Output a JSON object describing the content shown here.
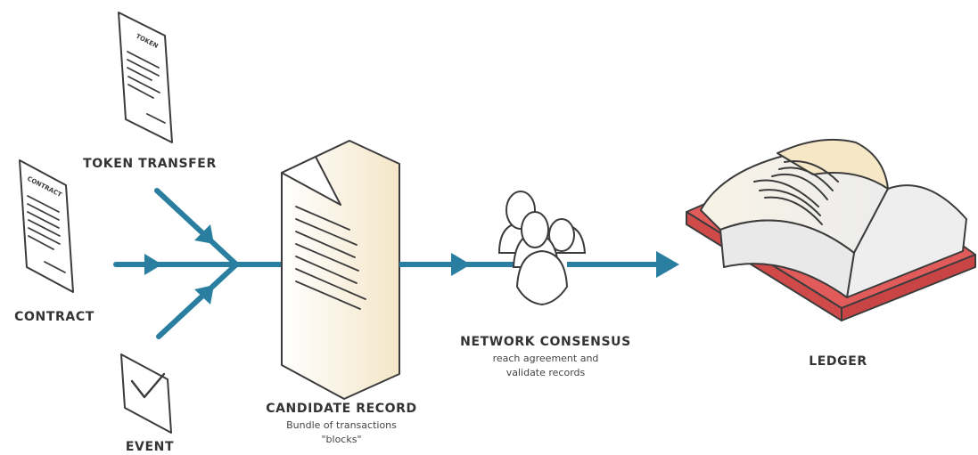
{
  "colors": {
    "arrow": "#2a7fa0",
    "stroke": "#3c3c3c",
    "paper": "#ffffff",
    "candidate_paper": "#f7eedc",
    "book_cover": "#e25b5b",
    "book_page": "#f2f2f2",
    "book_highlight": "#f6e7c6"
  },
  "inputs": {
    "token_transfer": {
      "label": "TOKEN TRANSFER",
      "doc_heading": "TOKEN",
      "icon": "document-icon"
    },
    "contract": {
      "label": "CONTRACT",
      "doc_heading": "CONTRACT",
      "icon": "document-icon"
    },
    "event": {
      "label": "EVENT",
      "icon": "checkbox-icon"
    }
  },
  "candidate_record": {
    "label": "CANDIDATE RECORD",
    "description_line1": "Bundle of transactions",
    "description_line2": "\"blocks\"",
    "icon": "document-icon"
  },
  "network_consensus": {
    "label": "NETWORK CONSENSUS",
    "description_line1": "reach agreement and",
    "description_line2": "validate records",
    "icon": "people-group-icon"
  },
  "ledger": {
    "label": "LEDGER",
    "icon": "open-book-icon"
  }
}
